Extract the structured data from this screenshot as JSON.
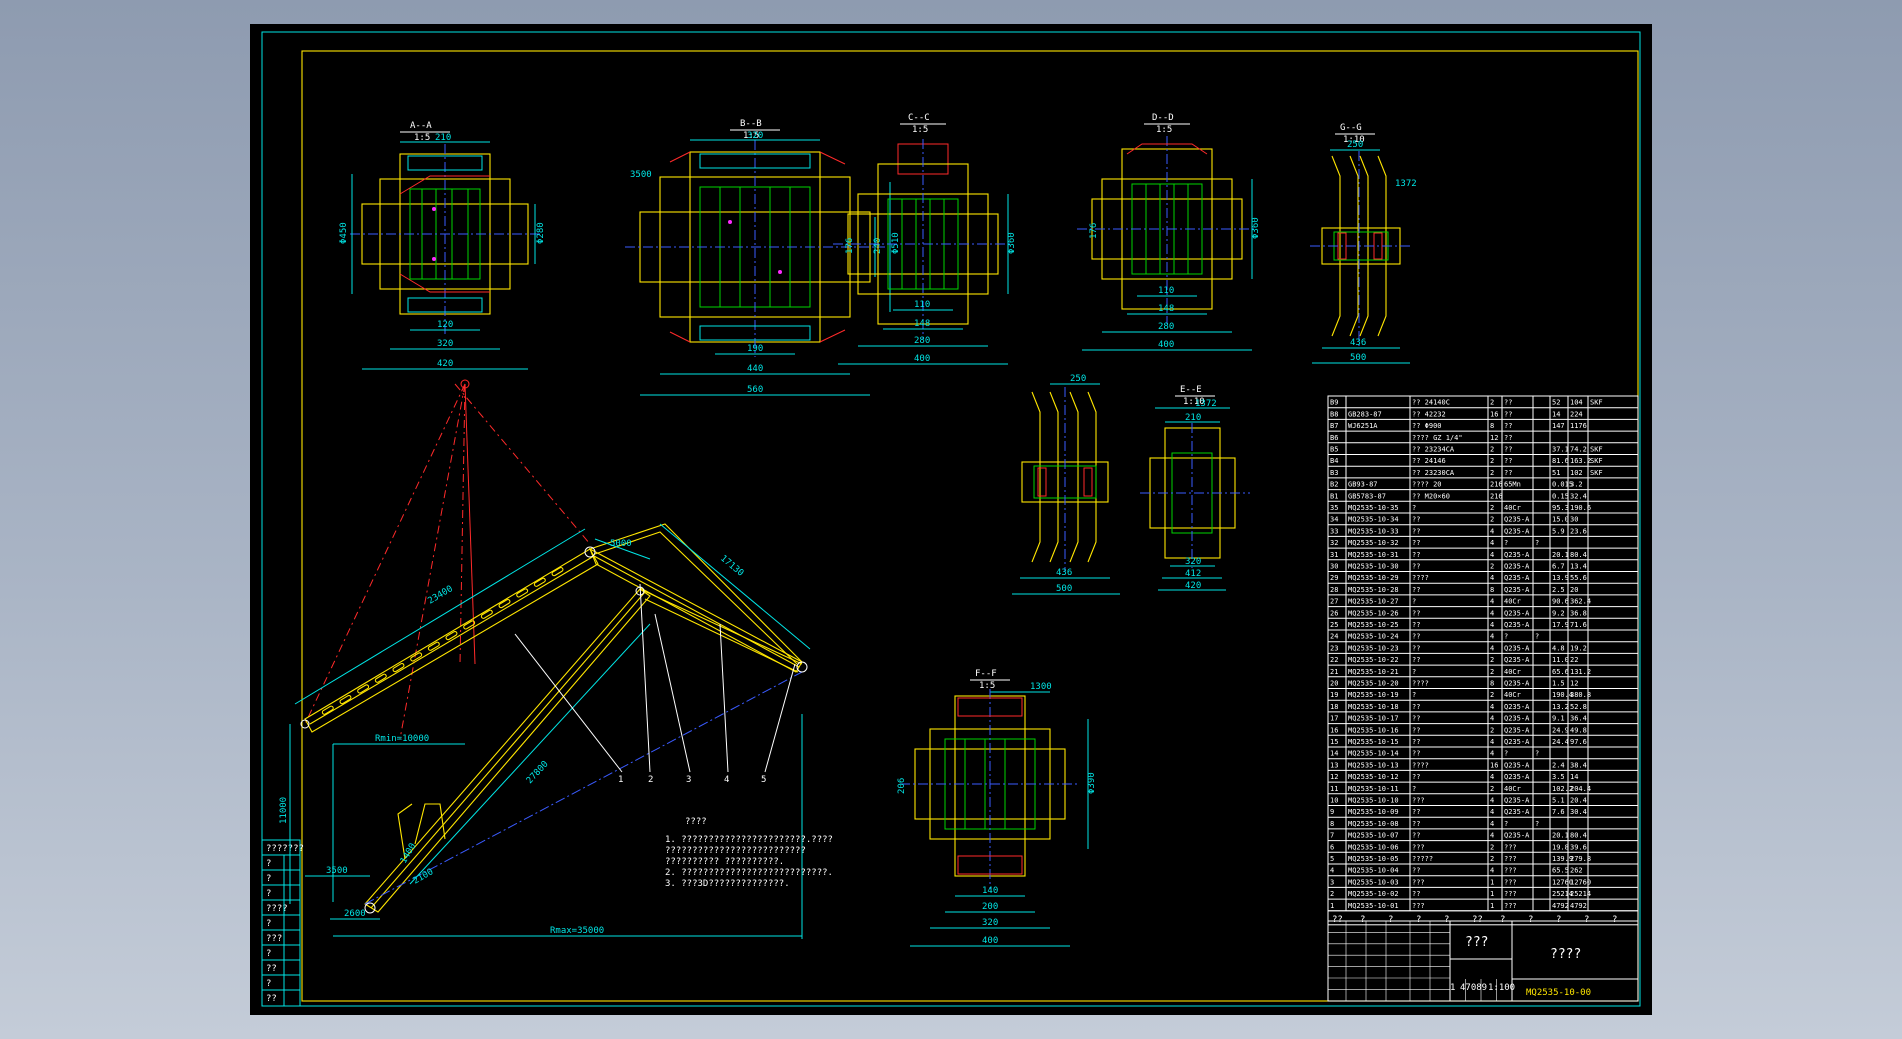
{
  "views": [
    {
      "id": "A",
      "title": "A--A",
      "scale": "1:5"
    },
    {
      "id": "B",
      "title": "B--B",
      "scale": "1:5"
    },
    {
      "id": "C",
      "title": "C--C",
      "scale": "1:5"
    },
    {
      "id": "D",
      "title": "D--D",
      "scale": "1:5"
    },
    {
      "id": "G",
      "title": "G--G",
      "scale": "1:10"
    },
    {
      "id": "E",
      "title": "E--E",
      "scale": "1:10"
    },
    {
      "id": "F",
      "title": "F--F",
      "scale": "1:5"
    }
  ],
  "dims": {
    "a_top": "210",
    "a_bot1": "120",
    "a_bot2": "320",
    "a_bot3": "420",
    "a_left": "Φ450",
    "a_right": "Φ280",
    "b_top": "320",
    "b_lead": "3500",
    "b_bot1": "190",
    "b_bot2": "440",
    "b_bot3": "560",
    "b_r1": "Φ510",
    "b_r2": "240",
    "c_b1": "110",
    "c_b2": "148",
    "c_b3": "280",
    "c_b4": "400",
    "c_r": "Φ360",
    "c_l": "176",
    "d_b1": "110",
    "d_b2": "148",
    "d_b3": "280",
    "d_b4": "400",
    "d_r": "Φ360",
    "d_l": "176",
    "g_t1": "250",
    "g_t2": "1372",
    "g_b1": "436",
    "g_b2": "500",
    "e_t1": "250",
    "e_t2": "1372",
    "e_t3": "210",
    "e_b1": "436",
    "e_b2": "500",
    "e_c1": "320",
    "e_c2": "412",
    "e_c3": "420",
    "f_t1": "1300",
    "f_b1": "140",
    "f_b2": "200",
    "f_b3": "320",
    "f_b4": "400",
    "f_r": "Φ390",
    "f_l": "206"
  },
  "boom": {
    "l1": "23400",
    "l2": "27800",
    "l3": "5000",
    "l4": "17130",
    "reach_min": "Rmin=10000",
    "reach_max": "Rmax=35000",
    "h": "11000",
    "d1": "3500",
    "d2": "2600",
    "d3": "2100",
    "d4": "1400"
  },
  "notes": {
    "title": "????",
    "lines": [
      "1. ???????????????????????.????",
      "   ??????????????????????????",
      "   ?????????? ??????????.",
      "2. ???????????????????????????.",
      "3. ???3D??????????????."
    ]
  },
  "bom": {
    "rows": [
      [
        "B9",
        "",
        "?? 24140C",
        "2",
        "??",
        "",
        "52",
        "104",
        "SKF"
      ],
      [
        "B8",
        "GB283-87",
        "?? 42232",
        "16",
        "??",
        "",
        "14",
        "224",
        ""
      ],
      [
        "B7",
        "WJ6251A",
        "?? Φ900",
        "8",
        "??",
        "",
        "147",
        "1176",
        ""
      ],
      [
        "B6",
        "",
        "???? GZ 1/4\"",
        "12",
        "??",
        "",
        "",
        "",
        ""
      ],
      [
        "B5",
        "",
        "?? 23234CA",
        "2",
        "??",
        "",
        "37.1",
        "74.2",
        "SKF"
      ],
      [
        "B4",
        "",
        "?? 24146",
        "2",
        "??",
        "",
        "81.6",
        "163.2",
        "SKF"
      ],
      [
        "B3",
        "",
        "?? 23230CA",
        "2",
        "??",
        "",
        "51",
        "102",
        "SKF"
      ],
      [
        "B2",
        "GB93-87",
        "???? 20",
        "216",
        "65Mn",
        "",
        "0.015",
        "3.2",
        ""
      ],
      [
        "B1",
        "GB5783-87",
        "?? M20×60",
        "216",
        "",
        "",
        "0.15",
        "32.4",
        ""
      ],
      [
        "35",
        "MQ2535-10-35",
        "?",
        "2",
        "40Cr",
        "",
        "95.3",
        "190.6",
        ""
      ],
      [
        "34",
        "MQ2535-10-34",
        "??",
        "2",
        "Q235-A",
        "",
        "15.0",
        "30",
        ""
      ],
      [
        "33",
        "MQ2535-10-33",
        "??",
        "4",
        "Q235-A",
        "",
        "5.9",
        "23.6",
        ""
      ],
      [
        "32",
        "MQ2535-10-32",
        "??",
        "4",
        "?",
        "?",
        "",
        "",
        ""
      ],
      [
        "31",
        "MQ2535-10-31",
        "??",
        "4",
        "Q235-A",
        "",
        "20.1",
        "80.4",
        ""
      ],
      [
        "30",
        "MQ2535-10-30",
        "??",
        "2",
        "Q235-A",
        "",
        "6.7",
        "13.4",
        ""
      ],
      [
        "29",
        "MQ2535-10-29",
        "????",
        "4",
        "Q235-A",
        "",
        "13.9",
        "55.6",
        ""
      ],
      [
        "28",
        "MQ2535-10-28",
        "??",
        "8",
        "Q235-A",
        "",
        "2.5",
        "20",
        ""
      ],
      [
        "27",
        "MQ2535-10-27",
        "?",
        "4",
        "40Cr",
        "",
        "90.6",
        "362.4",
        ""
      ],
      [
        "26",
        "MQ2535-10-26",
        "??",
        "4",
        "Q235-A",
        "",
        "9.2",
        "36.8",
        ""
      ],
      [
        "25",
        "MQ2535-10-25",
        "??",
        "4",
        "Q235-A",
        "",
        "17.9",
        "71.6",
        ""
      ],
      [
        "24",
        "MQ2535-10-24",
        "??",
        "4",
        "?",
        "?",
        "",
        "",
        ""
      ],
      [
        "23",
        "MQ2535-10-23",
        "??",
        "4",
        "Q235-A",
        "",
        "4.8",
        "19.2",
        ""
      ],
      [
        "22",
        "MQ2535-10-22",
        "??",
        "2",
        "Q235-A",
        "",
        "11.0",
        "22",
        ""
      ],
      [
        "21",
        "MQ2535-10-21",
        "?",
        "2",
        "40Cr",
        "",
        "65.6",
        "131.2",
        ""
      ],
      [
        "20",
        "MQ2535-10-20",
        "????",
        "8",
        "Q235-A",
        "",
        "1.5",
        "12",
        ""
      ],
      [
        "19",
        "MQ2535-10-19",
        "?",
        "2",
        "40Cr",
        "",
        "190.4",
        "380.8",
        ""
      ],
      [
        "18",
        "MQ2535-10-18",
        "??",
        "4",
        "Q235-A",
        "",
        "13.2",
        "52.8",
        ""
      ],
      [
        "17",
        "MQ2535-10-17",
        "??",
        "4",
        "Q235-A",
        "",
        "9.1",
        "36.4",
        ""
      ],
      [
        "16",
        "MQ2535-10-16",
        "??",
        "2",
        "Q235-A",
        "",
        "24.9",
        "49.8",
        ""
      ],
      [
        "15",
        "MQ2535-10-15",
        "??",
        "4",
        "Q235-A",
        "",
        "24.4",
        "97.6",
        ""
      ],
      [
        "14",
        "MQ2535-10-14",
        "??",
        "4",
        "?",
        "?",
        "",
        "",
        ""
      ],
      [
        "13",
        "MQ2535-10-13",
        "????",
        "16",
        "Q235-A",
        "",
        "2.4",
        "38.4",
        ""
      ],
      [
        "12",
        "MQ2535-10-12",
        "??",
        "4",
        "Q235-A",
        "",
        "3.5",
        "14",
        ""
      ],
      [
        "11",
        "MQ2535-10-11",
        "?",
        "2",
        "40Cr",
        "",
        "102.2",
        "204.4",
        ""
      ],
      [
        "10",
        "MQ2535-10-10",
        "???",
        "4",
        "Q235-A",
        "",
        "5.1",
        "20.4",
        ""
      ],
      [
        "9",
        "MQ2535-10-09",
        "??",
        "4",
        "Q235-A",
        "",
        "7.6",
        "30.4",
        ""
      ],
      [
        "8",
        "MQ2535-10-08",
        "??",
        "4",
        "?",
        "?",
        "",
        "",
        ""
      ],
      [
        "7",
        "MQ2535-10-07",
        "??",
        "4",
        "Q235-A",
        "",
        "20.1",
        "80.4",
        ""
      ],
      [
        "6",
        "MQ2535-10-06",
        "???",
        "2",
        "???",
        "",
        "19.8",
        "39.6",
        ""
      ],
      [
        "5",
        "MQ2535-10-05",
        "?????",
        "2",
        "???",
        "",
        "139.9",
        "279.8",
        ""
      ],
      [
        "4",
        "MQ2535-10-04",
        "??",
        "4",
        "???",
        "",
        "65.5",
        "262",
        ""
      ],
      [
        "3",
        "MQ2535-10-03",
        "???",
        "1",
        "???",
        "",
        "12760",
        "12760",
        ""
      ],
      [
        "2",
        "MQ2535-10-02",
        "??",
        "1",
        "???",
        "",
        "25214",
        "25214",
        ""
      ],
      [
        "1",
        "MQ2535-10-01",
        "???",
        "1",
        "???",
        "",
        "4792",
        "4792",
        ""
      ]
    ],
    "header": [
      "??",
      "?",
      "?",
      "?",
      "?",
      "??",
      "?",
      "?",
      "?",
      "?",
      "?"
    ]
  },
  "titleblock": {
    "name": "???",
    "company": "????",
    "drawing_no": "MQ2535-10-00",
    "weight": "47089",
    "scale": "1:100",
    "sheet": "1"
  },
  "sidebar": {
    "cells": [
      "???????",
      "?",
      "?",
      "?",
      "????",
      "?",
      "???",
      "?",
      "??",
      "?",
      "??"
    ]
  }
}
